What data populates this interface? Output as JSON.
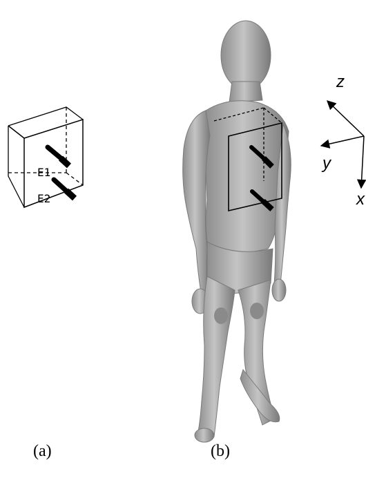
{
  "panel_a": {
    "label": "(a)",
    "electrode_1": "E1",
    "electrode_2": "E2"
  },
  "panel_b": {
    "label": "(b)"
  },
  "axes": {
    "z": "z",
    "y": "y",
    "x": "x"
  },
  "colors": {
    "figure_fill": "#a9a9a9",
    "figure_shadow": "#7c7c7c",
    "figure_highlight": "#c9c9c9",
    "line": "#000000"
  }
}
